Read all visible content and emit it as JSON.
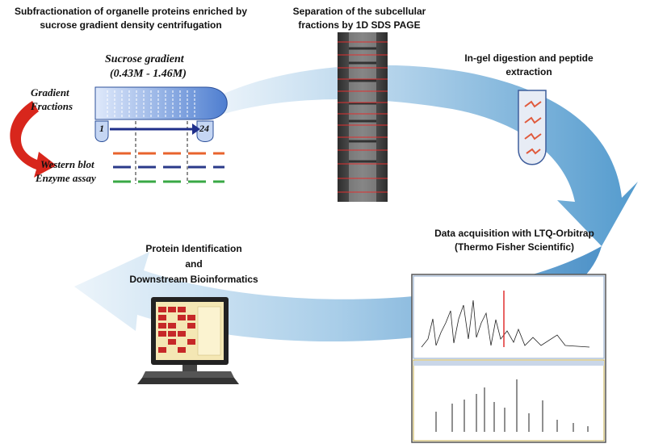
{
  "steps": {
    "fractionation_title": "Subfractionation of organelle proteins enriched by sucrose gradient density centrifugation",
    "sds_title": "Separation of the subcellular fractions by 1D SDS PAGE",
    "digestion_title": "In-gel digestion and peptide extraction",
    "acquisition_title": "Data acquisition with LTQ-Orbitrap (Thermo Fisher Scientific)",
    "identification_line1": "Protein Identification",
    "identification_line2": "and",
    "identification_line3": "Downstream Bioinformatics"
  },
  "gradient": {
    "title": "Sucrose gradient",
    "range": "(0.43M - 1.46M)",
    "fractions_label": "Gradient Fractions",
    "start_label": "1",
    "end_label": "24",
    "western_blot": "Western blot",
    "enzyme_assay": "Enzyme assay"
  },
  "colors": {
    "arrow_blue": "#4a93c6",
    "arrow_light": "#dbeaf5",
    "gradient_blue": "#3a6fc0",
    "red_arrow": "#d8261c",
    "orange_line": "#e8632d",
    "navy_line": "#2a3a8a",
    "green_line": "#39a845",
    "gel_line": "#e03030"
  },
  "icons": {
    "tube": "sucrose-gradient-tube-icon",
    "gel": "sds-page-gel-icon",
    "digestion": "digestion-tube-icon",
    "spectra": "mass-spectra-panel",
    "computer": "computer-monitor-icon",
    "curved_arrow": "red-curved-arrow-icon"
  }
}
